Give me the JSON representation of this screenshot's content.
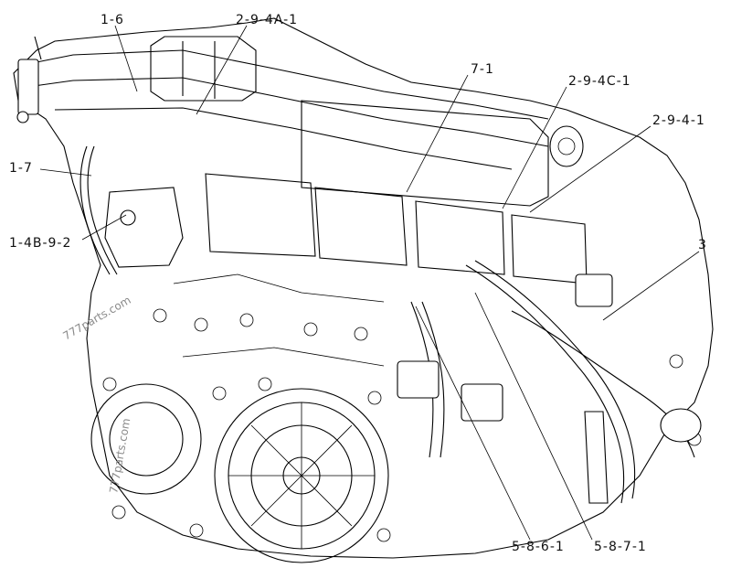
{
  "callouts": {
    "c_1_6": "1-6",
    "c_2_9_4a_1": "2-9-4A-1",
    "c_7_1": "7-1",
    "c_2_9_4c_1": "2-9-4C-1",
    "c_2_9_4_1": "2-9-4-1",
    "c_1_7": "1-7",
    "c_1_4b_9_2": "1-4B-9-2",
    "c_3": "3",
    "c_5_8_6_1": "5-8-6-1",
    "c_5_8_7_1": "5-8-7-1"
  },
  "watermarks": {
    "wm1": "777parts.com",
    "wm2": "777parts.com"
  }
}
